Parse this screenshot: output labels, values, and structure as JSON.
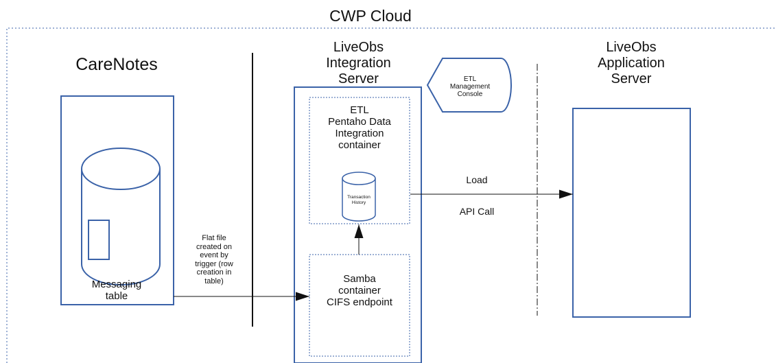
{
  "cloud": {
    "title": "CWP Cloud"
  },
  "carenotes": {
    "title": "CareNotes",
    "db_label": "Messaging\ntable"
  },
  "integration_server": {
    "title": "LiveObs\nIntegration\nServer",
    "etl_container": "ETL\nPentaho Data\nIntegration\ncontainer",
    "db_label": "Transaction\nHistory",
    "samba_container": "Samba\ncontainer\nCIFS endpoint"
  },
  "management_console": {
    "label": "ETL\nManagement\nConsole"
  },
  "application_server": {
    "title": "LiveObs\nApplication\nServer"
  },
  "flows": {
    "flat_file": "Flat file\ncreated on\nevent by\ntrigger  (row\ncreation in\ntable)",
    "load": "Load",
    "api_call": "API Call"
  },
  "colors": {
    "box_stroke": "#3a62a8",
    "dotted_stroke": "#3a62a8",
    "line": "#111111"
  }
}
